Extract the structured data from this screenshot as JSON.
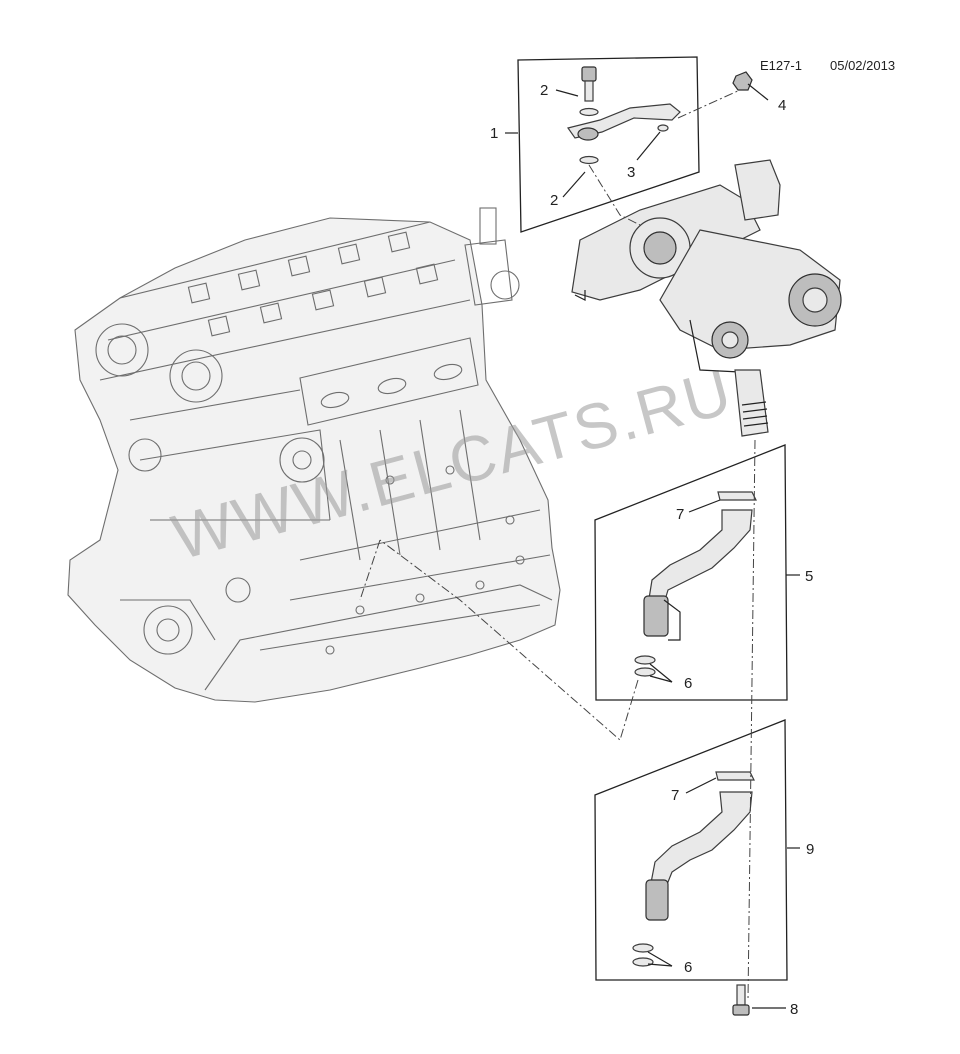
{
  "header": {
    "code": "E127-1",
    "date": "05/02/2013"
  },
  "watermark": "WWW.ELCATS.RU",
  "callouts": [
    {
      "id": "c1a",
      "label": "1"
    },
    {
      "id": "c2a",
      "label": "2"
    },
    {
      "id": "c2b",
      "label": "2"
    },
    {
      "id": "c3",
      "label": "3"
    },
    {
      "id": "c4",
      "label": "4"
    },
    {
      "id": "c5",
      "label": "5"
    },
    {
      "id": "c6a",
      "label": "6"
    },
    {
      "id": "c7a",
      "label": "7"
    },
    {
      "id": "c7b",
      "label": "7"
    },
    {
      "id": "c6b",
      "label": "6"
    },
    {
      "id": "c8",
      "label": "8"
    },
    {
      "id": "c9",
      "label": "9"
    }
  ]
}
